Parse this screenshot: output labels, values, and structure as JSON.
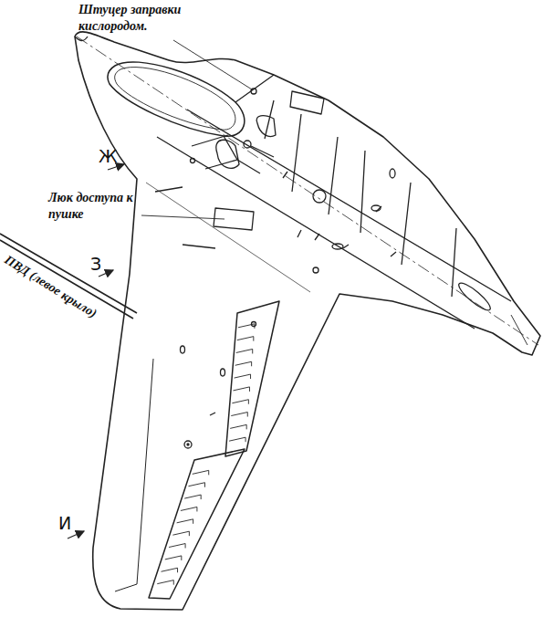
{
  "diagram": {
    "labels": [
      "Штуцер заправки кислородом.",
      "Ж",
      "Люк доступа к пушке",
      "З",
      "ПВД (левое крыло)",
      "И"
    ]
  }
}
